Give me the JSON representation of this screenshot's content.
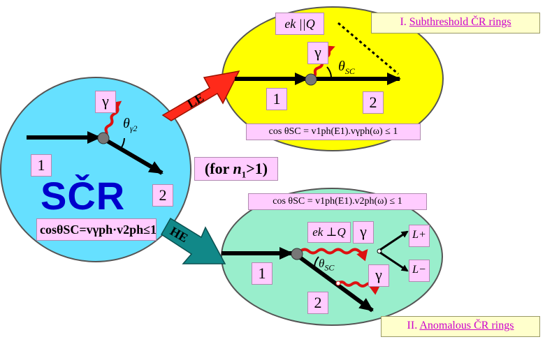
{
  "labels": {
    "title_top": "I. Subthreshold ČR rings",
    "title_top_prefix": "I.",
    "title_top_main": "Subthreshold ČR rings",
    "title_bottom_prefix": "II.",
    "title_bottom_main": "Anomalous ČR rings",
    "scr": "SČR",
    "condition": "(for n1>1)",
    "condition_pre": "(for ",
    "condition_n": "n",
    "condition_sub": "1",
    "condition_post": ">1)",
    "le": "LE",
    "he": "HE",
    "gamma": "γ",
    "one": "1",
    "two": "2",
    "theta_left": "θγ2",
    "theta_left_main": "θ",
    "theta_left_sub": "γ2",
    "theta_sc": "θSC",
    "theta_sc_main": "θ",
    "theta_sc_sub": "SC",
    "ek_parallel": "ek ||Q",
    "ek_perp": "ek ⊥Q",
    "eq_top": "cos θSC = v1ph(E1).vγph(ω) ≤ 1",
    "eq_mid": "cos θSC = v1ph(E1).v2ph(ω) ≤ 1",
    "eq_left": "cosθSC=vγph·v2ph≤1",
    "lplus": "L+",
    "lminus": "L−"
  },
  "colors": {
    "left_circle": "#66e0ff",
    "top_ellipse": "#ffff00",
    "bottom_ellipse": "#99eecc",
    "le_arrow": "#ff2a1a",
    "he_arrow": "#118888",
    "photon": "#dd1111",
    "label_box": "#ffccff",
    "title_box": "#ffffcc",
    "scr_text": "#0000cc"
  }
}
